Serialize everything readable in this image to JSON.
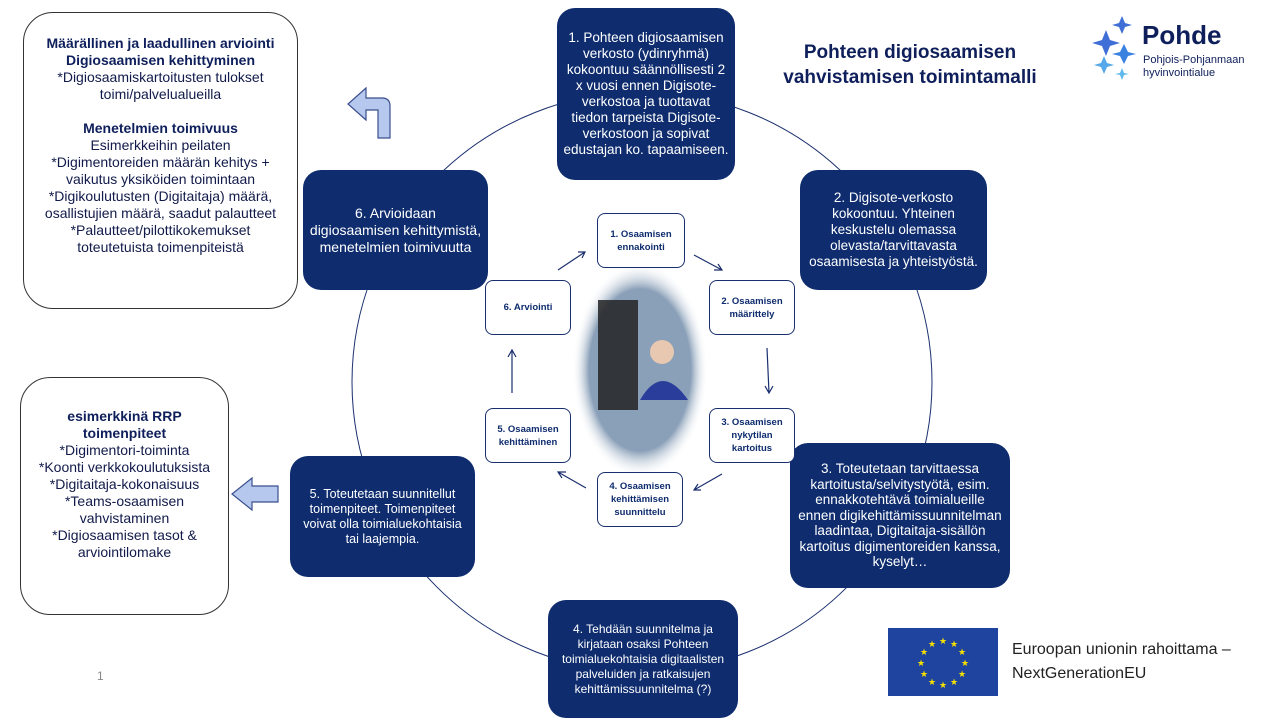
{
  "title": "Pohteen digiosaamisen vahvistamisen toimintamalli",
  "logo": {
    "name": "Pohde",
    "subtitle1": "Pohjois-Pohjanmaan",
    "subtitle2": "hyvinvointialue"
  },
  "steps": [
    "1. Pohteen digiosaamisen verkosto (ydinryhmä) kokoontuu säännöllisesti  2 x vuosi ennen Digisote-verkostoa ja tuottavat tiedon tarpeista Digisote-verkostoon ja sopivat edustajan ko. tapaamiseen.",
    "2. Digisote-verkosto kokoontuu. Yhteinen keskustelu olemassa olevasta/tarvittavasta osaamisesta ja yhteistyöstä.",
    "3. Toteutetaan tarvittaessa kartoitusta/selvitystyötä, esim. ennakkotehtävä  toimialueille ennen digikehittämissuunnitelman laadintaa, Digitaitaja-sisällön kartoitus digimentoreiden kanssa, kyselyt…",
    "4.  Tehdään suunnitelma ja kirjataan osaksi Pohteen toimialuekohtaisia digitaalisten palveluiden ja ratkaisujen kehittämissuunnitelma (?)",
    "5. Toteutetaan suunnitellut toimenpiteet. Toimenpiteet voivat olla toimialuekohtaisia tai laajempia.",
    "6. Arvioidaan digiosaamisen kehittymistä, menetelmien toimivuutta"
  ],
  "cycle": [
    "1. Osaamisen\nennakointi",
    "2. Osaamisen\nmäärittely",
    "3. Osaamisen\nnykytilan\nkartoitus",
    "4. Osaamisen\nkehittämisen\nsuunnittelu",
    "5. Osaamisen\nkehittäminen",
    "6. Arviointi"
  ],
  "evaluation": {
    "h1": "Määrällinen ja laadullinen arviointi",
    "h2": "Digiosaamisen kehittyminen",
    "l1": "*Digiosaamiskartoitusten tulokset toimi/palvelualueilla",
    "h3": "Menetelmien toimivuus",
    "l2": "Esimerkkeihin peilaten",
    "l3": "*Digimentoreiden määrän kehitys + vaikutus yksiköiden toimintaan",
    "l4": "*Digikoulutusten (Digitaitaja) määrä, osallistujien määrä, saadut palautteet",
    "l5": "*Palautteet/pilottikokemukset toteutetuista toimenpiteistä"
  },
  "rrp": {
    "h": "esimerkkinä  RRP toimenpiteet",
    "items": [
      "*Digimentori-toiminta",
      "*Koonti verkkokoulutuksista",
      "*Digitaitaja-kokonaisuus",
      "*Teams-osaamisen vahvistaminen",
      "*Digiosaamisen tasot & arviointilomake"
    ]
  },
  "eu": {
    "line1": "Euroopan unionin rahoittama –",
    "line2": "NextGenerationEU"
  },
  "page_number": "1"
}
